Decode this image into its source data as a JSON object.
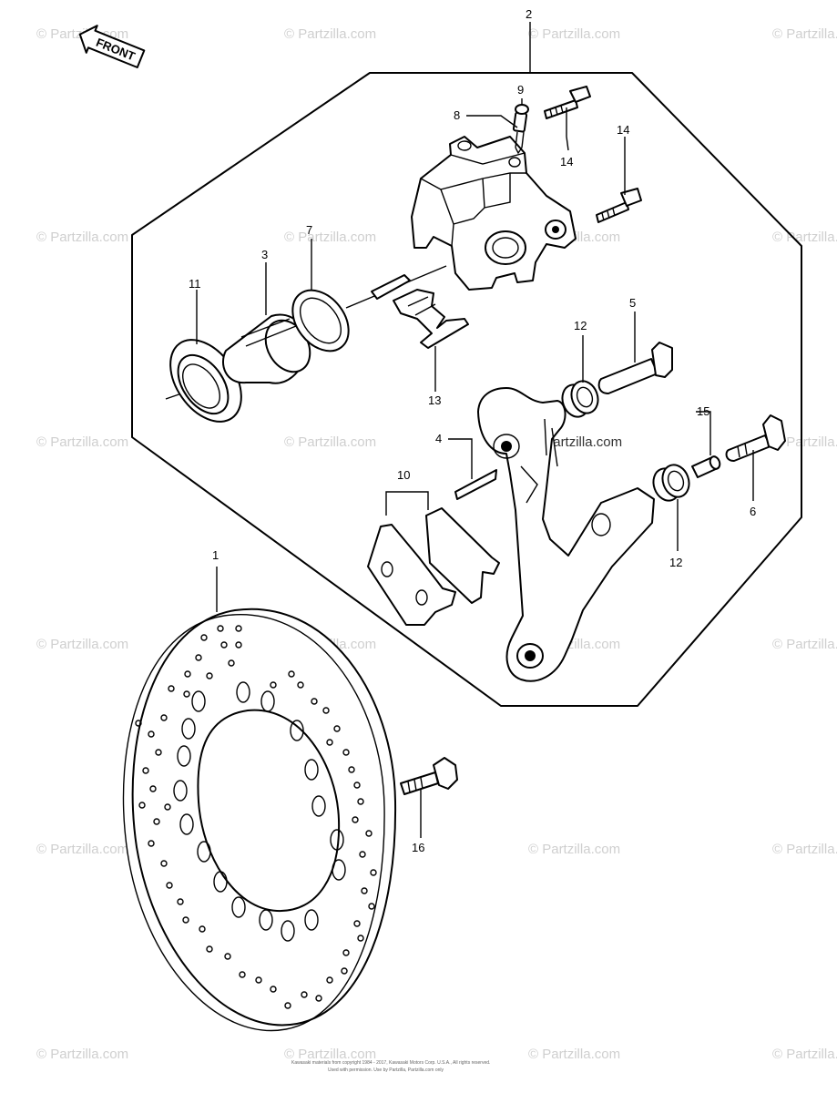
{
  "front_arrow": {
    "label": "FRONT"
  },
  "callouts": {
    "c1": "1",
    "c2": "2",
    "c3": "3",
    "c4": "4",
    "c5": "5",
    "c6": "6",
    "c7": "7",
    "c8": "8",
    "c9": "9",
    "c10": "10",
    "c11": "11",
    "c12a": "12",
    "c12b": "12",
    "c13": "13",
    "c14a": "14",
    "c14b": "14",
    "c15": "15",
    "c16": "16"
  },
  "watermark": {
    "text": "© Partzilla.com",
    "center_text": "© Partzilla.com"
  },
  "footer": {
    "line1": "Kawasaki materials from copyright 1984 - 2017, Kawasaki Motors Corp. U.S.A., All rights reserved.",
    "line2": "Used with permission. Use by Partzilla, Partzilla.com only"
  }
}
